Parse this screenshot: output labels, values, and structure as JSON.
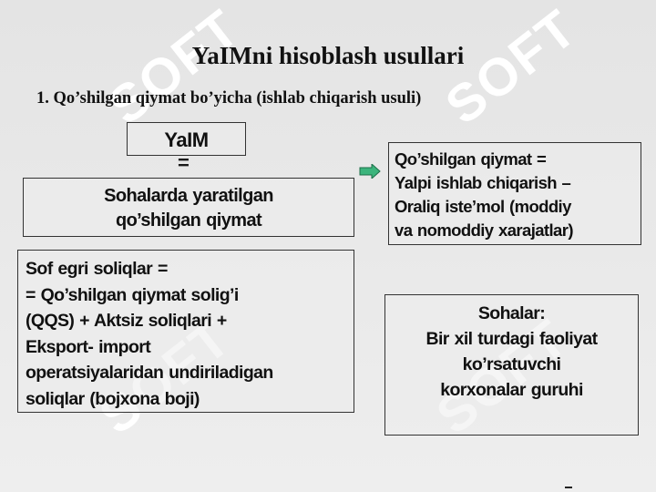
{
  "watermark": {
    "text": "SOFT"
  },
  "title": "YaIMni hisoblash usullari",
  "subtitle": "1.   Qo’shilgan qiymat bo’yicha (ishlab chiqarish usuli)",
  "yaim_box": {
    "label": "YaIM"
  },
  "equals_sign": "=",
  "left_mid_box": {
    "lines": [
      "Sohalarda yaratilgan",
      "qo’shilgan qiymat"
    ]
  },
  "right_top_box": {
    "lines": [
      "Qo’shilgan qiymat =",
      "Yalpi ishlab chiqarish   –",
      "Oraliq iste’mol (moddiy",
      "va nomoddiy xarajatlar)"
    ]
  },
  "left_bot_box": {
    "lines": [
      "Sof egri soliqlar =",
      "= Qo’shilgan qiymat solig’i",
      "(QQS)  +  Aktsiz soliqlari   +",
      "Eksport-  import",
      "operatsiyalaridan undiriladigan",
      "soliqlar (bojxona boji)"
    ]
  },
  "right_bot_box": {
    "lines": [
      "Sohalar:",
      "Bir xil turdagi faoliyat",
      "ko’rsatuvchi",
      "korxonalar guruhi"
    ]
  },
  "colors": {
    "arrow_fill": "#3cb47c",
    "background": "#e8e8e8",
    "watermark": "#ffffff"
  },
  "icons": {
    "arrow": "right-arrow-icon"
  }
}
